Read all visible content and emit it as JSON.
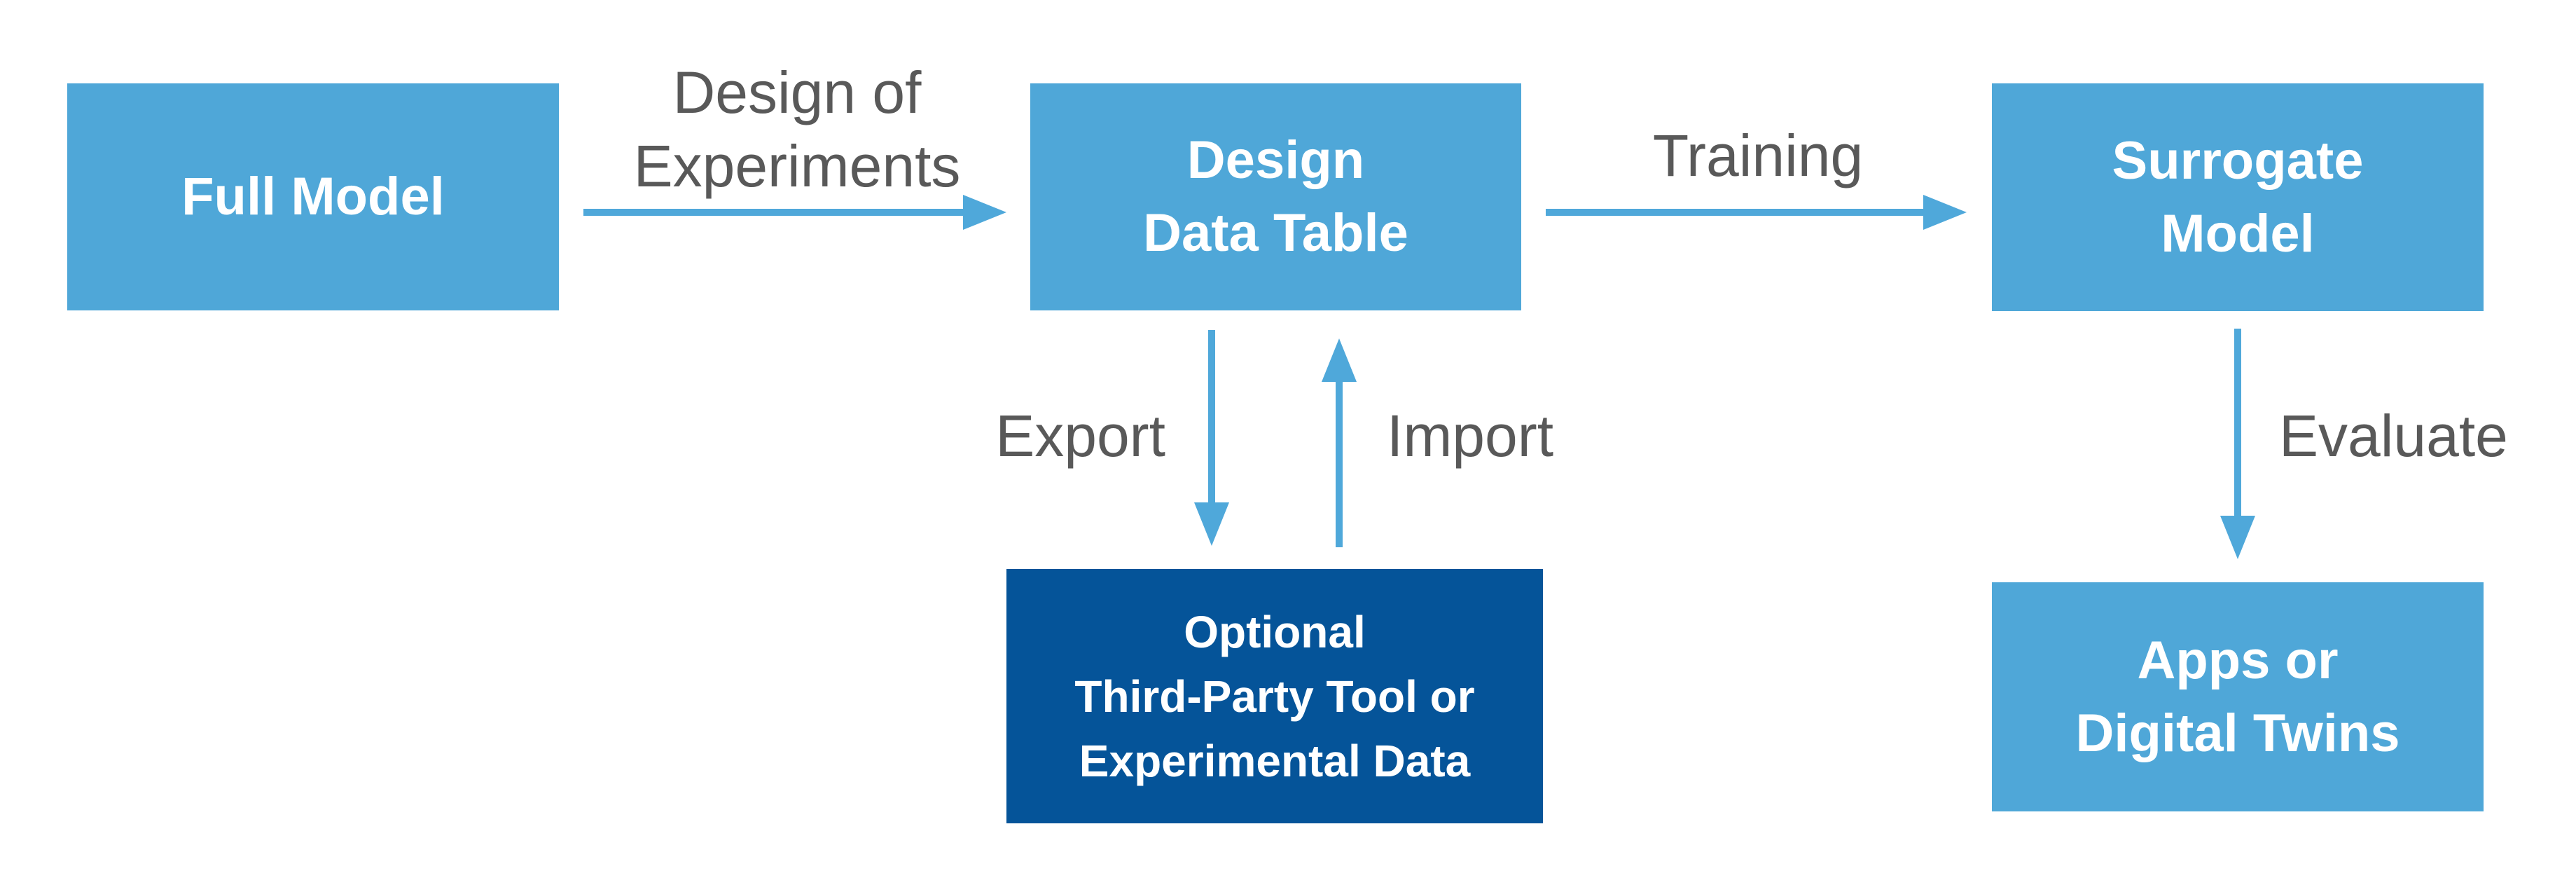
{
  "diagram": {
    "colors": {
      "background": "#FFFFFF",
      "box_light": "#4FA7D8",
      "box_dark": "#055499",
      "box_text": "#FFFFFF",
      "arrow": "#4FA8DA",
      "label_text": "#595959"
    },
    "nodes": {
      "full_model": {
        "label": "Full Model"
      },
      "design_data_table": {
        "label": "Design\nData Table"
      },
      "surrogate_model": {
        "label": "Surrogate\nModel"
      },
      "third_party_tool": {
        "label": "Optional\nThird-Party Tool or\nExperimental Data"
      },
      "apps_digital_twins": {
        "label": "Apps or\nDigital Twins"
      }
    },
    "edge_labels": {
      "design_of_experiments": "Design of\nExperiments",
      "training": "Training",
      "export": "Export",
      "import": "Import",
      "evaluate": "Evaluate"
    }
  }
}
